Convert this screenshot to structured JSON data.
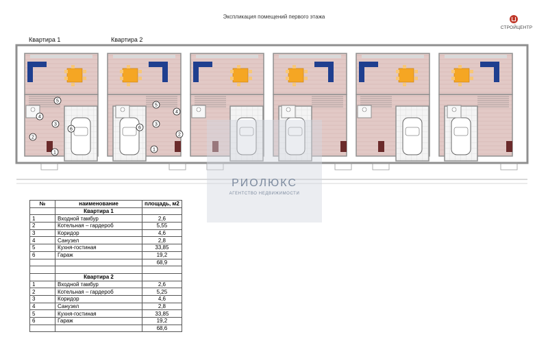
{
  "title": "Экспликация помещений первого этажа",
  "logo": {
    "text": "СТРОЙЦЕНТР",
    "icon": "company-logo-icon",
    "color": "#c0392b"
  },
  "apartment_labels": [
    "Квартира 1",
    "Квартира 2"
  ],
  "room_numbers": [
    "1",
    "2",
    "3",
    "4",
    "5",
    "6"
  ],
  "watermark": {
    "name": "РИОЛЮКС",
    "subtitle": "АГЕНТСТВО НЕДВИЖИМОСТИ"
  },
  "table": {
    "headers": [
      "№",
      "наименование",
      "площадь, м2"
    ],
    "sections": [
      {
        "title": "Квартира 1",
        "rows": [
          {
            "no": "1",
            "name": "Входной тамбур",
            "area": "2,6"
          },
          {
            "no": "2",
            "name": "Котельная – гардероб",
            "area": "5,55"
          },
          {
            "no": "3",
            "name": "Коридор",
            "area": "4,6"
          },
          {
            "no": "4",
            "name": "Санузел",
            "area": "2,8"
          },
          {
            "no": "5",
            "name": "Кухня-гостиная",
            "area": "33,85"
          },
          {
            "no": "6",
            "name": "Гараж",
            "area": "19,2"
          }
        ],
        "total": "68,9"
      },
      {
        "title": "Квартира 2",
        "rows": [
          {
            "no": "1",
            "name": "Входной тамбур",
            "area": "2,6"
          },
          {
            "no": "2",
            "name": "Котельная – гардероб",
            "area": "5,25"
          },
          {
            "no": "3",
            "name": "Коридор",
            "area": "4,6"
          },
          {
            "no": "4",
            "name": "Санузел",
            "area": "2,8"
          },
          {
            "no": "5",
            "name": "Кухня-гостиная",
            "area": "33,85"
          },
          {
            "no": "6",
            "name": "Гараж",
            "area": "19,2"
          }
        ],
        "total": "68,6"
      }
    ]
  },
  "colors": {
    "floor": "#e2c9c6",
    "wall": "#8f8f8f",
    "sofa": "#1f3f8f",
    "table": "#f5a623",
    "garage_tile": "#f2f2f2"
  }
}
